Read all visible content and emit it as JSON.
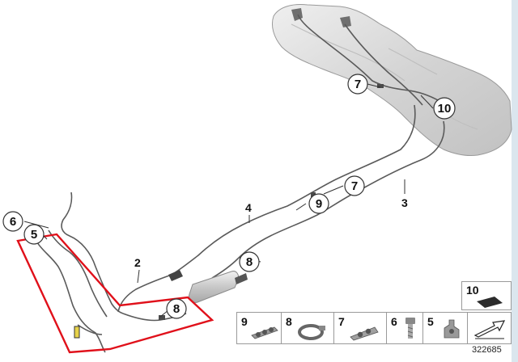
{
  "callouts": {
    "c6": "6",
    "c5": "5",
    "c7_top": "7",
    "c10": "10",
    "c7_mid": "7",
    "c9": "9",
    "c8_mid": "8",
    "c8_low": "8"
  },
  "labels": {
    "l4": "4",
    "l3": "3",
    "l2": "2"
  },
  "legend": {
    "items": [
      {
        "num": "9",
        "icon": "clip-strip-icon"
      },
      {
        "num": "8",
        "icon": "hose-clamp-icon"
      },
      {
        "num": "7",
        "icon": "double-clip-icon"
      },
      {
        "num": "6",
        "icon": "bolt-icon"
      },
      {
        "num": "5",
        "icon": "holder-clip-icon"
      }
    ],
    "top_item": {
      "num": "10",
      "icon": "foam-pad-icon"
    },
    "arrow_icon": "arrow-icon"
  },
  "ref_number": "322685",
  "colors": {
    "highlight": "#e0101a",
    "line": "#5a5a5a",
    "tank": "#cfcfcf"
  }
}
